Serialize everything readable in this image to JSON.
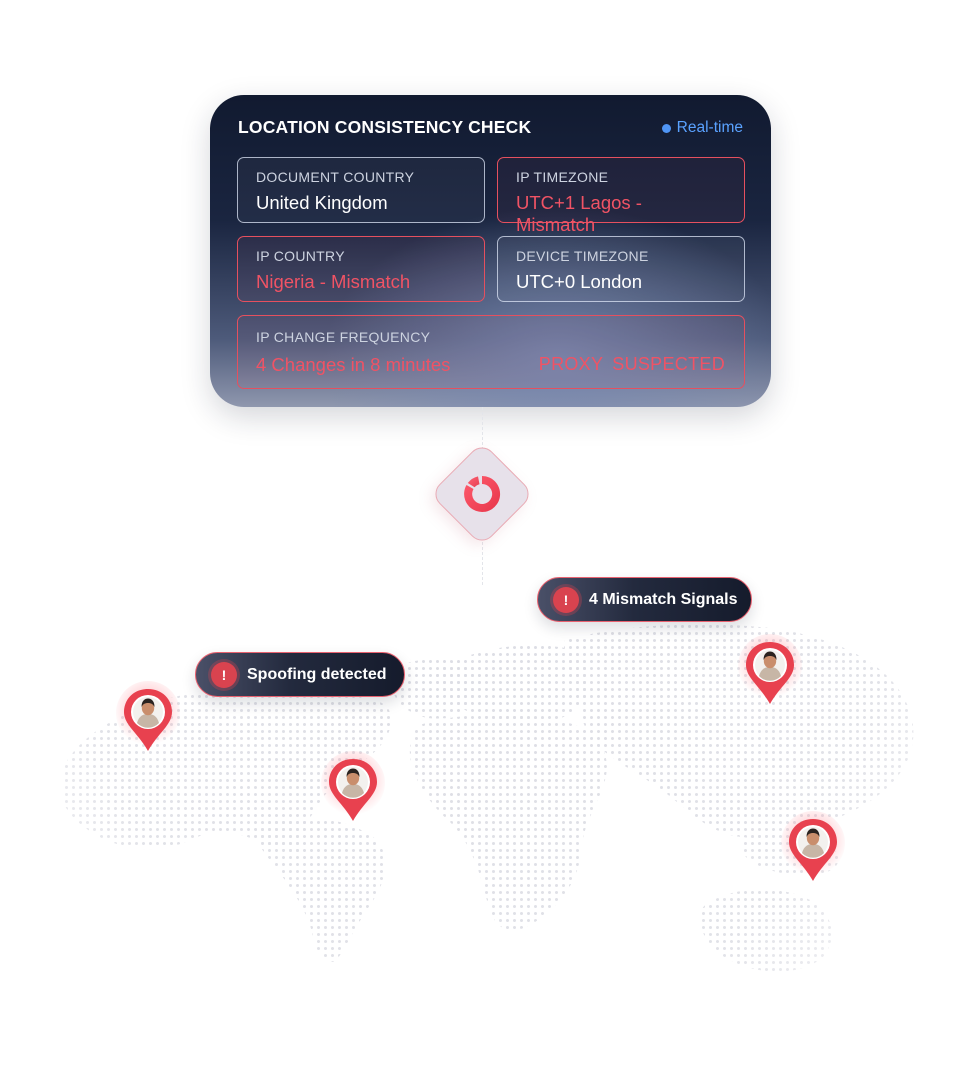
{
  "card": {
    "title": "LOCATION CONSISTENCY CHECK",
    "realtime_label": "Real-time",
    "fields": {
      "document_country": {
        "label": "DOCUMENT COUNTRY",
        "value": "United Kingdom",
        "status": "ok"
      },
      "ip_timezone": {
        "label": "IP TIMEZONE",
        "value": "UTC+1 Lagos - Mismatch",
        "status": "alert"
      },
      "ip_country": {
        "label": "IP COUNTRY",
        "value": "Nigeria - Mismatch",
        "status": "alert"
      },
      "device_timezone": {
        "label": "DEVICE TIMEZONE",
        "value": "UTC+0 London",
        "status": "ok"
      },
      "ip_change_frequency": {
        "label": "IP CHANGE FREQUENCY",
        "value": "4 Changes in 8 minutes",
        "badge": "PROXY  SUSPECTED",
        "status": "alert"
      }
    }
  },
  "alerts": {
    "mismatch": {
      "text": "4 Mismatch Signals",
      "icon": "exclamation-icon"
    },
    "spoofing": {
      "text": "Spoofing detected",
      "icon": "exclamation-icon"
    }
  },
  "hub": {
    "icon": "brand-ring-logo-icon"
  },
  "pins": {
    "count": 4,
    "icon": "user-avatar-pin-icon"
  },
  "colors": {
    "alert_red": "#f05365",
    "realtime_blue": "#5aa2ff",
    "card_dark": "#111a30",
    "pin_red": "#e8414f"
  }
}
